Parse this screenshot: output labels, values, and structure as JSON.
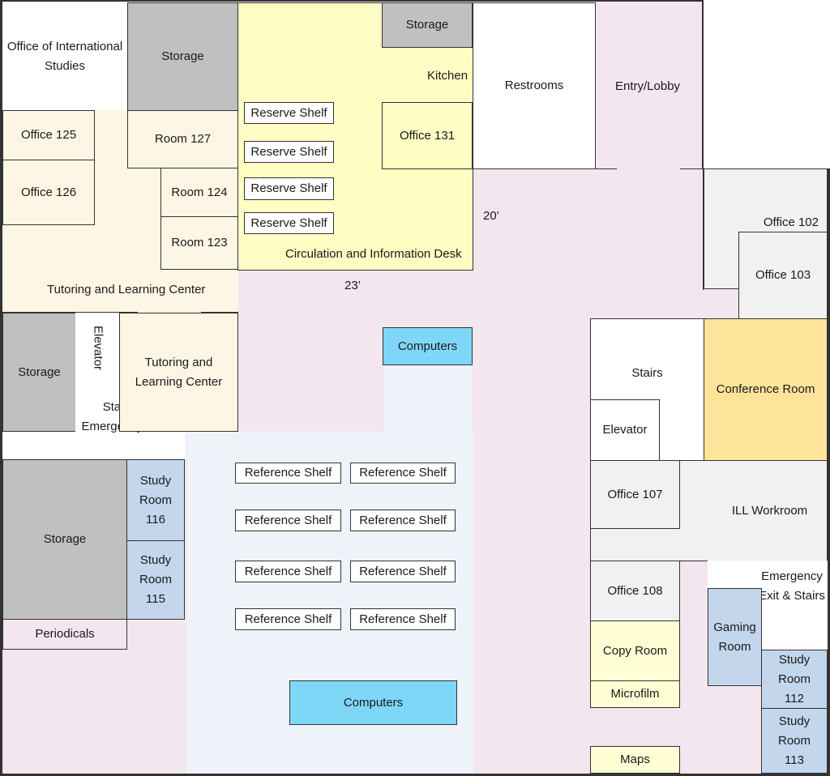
{
  "rooms": {
    "office_international": "Office of International Studies",
    "storage_top_left": "Storage",
    "storage_top": "Storage",
    "kitchen": "Kitchen",
    "restrooms": "Restrooms",
    "entry_lobby": "Entry/Lobby",
    "office_125": "Office 125",
    "office_126": "Office 126",
    "room_127": "Room 127",
    "room_124": "Room 124",
    "room_123": "Room 123",
    "office_131": "Office 131",
    "circulation": "Circulation and Information Desk",
    "tutoring_1": "Tutoring and Learning Center",
    "tutoring_2": "Tutoring and Learning Center",
    "storage_left": "Storage",
    "elevator_left": "Elevator",
    "stairs_exit_left": "Stairs & Emergency Exit",
    "storage_big": "Storage",
    "study_116": "Study Room 116",
    "study_115": "Study Room 115",
    "periodicals": "Periodicals",
    "office_102": "Office 102",
    "office_103": "Office 103",
    "stairs_right": "Stairs",
    "elevator_right": "Elevator",
    "conference": "Conference Room",
    "office_107": "Office 107",
    "ill_workroom": "ILL Workroom",
    "office_108": "Office 108",
    "emergency_exit_right": "Emergency Exit & Stairs",
    "gaming": "Gaming Room",
    "copy_room": "Copy Room",
    "microfilm": "Microfilm",
    "study_112": "Study Room 112",
    "study_113": "Study Room 113",
    "maps": "Maps"
  },
  "reserve_shelves": [
    "Reserve Shelf",
    "Reserve Shelf",
    "Reserve Shelf",
    "Reserve Shelf"
  ],
  "reference_shelves": [
    "Reference Shelf",
    "Reference Shelf",
    "Reference Shelf",
    "Reference Shelf",
    "Reference Shelf",
    "Reference Shelf",
    "Reference Shelf",
    "Reference Shelf"
  ],
  "computers": [
    "Computers",
    "Computers"
  ],
  "dimensions": {
    "width_label": "20’",
    "depth_label": "23’"
  },
  "colors": {
    "floor": "#f4e6ee",
    "storage": "#c0c0c0",
    "circulation": "#fdfdc4",
    "study_room": "#c3d6ec",
    "computers": "#7fd7f8",
    "conference": "#fde49a"
  }
}
